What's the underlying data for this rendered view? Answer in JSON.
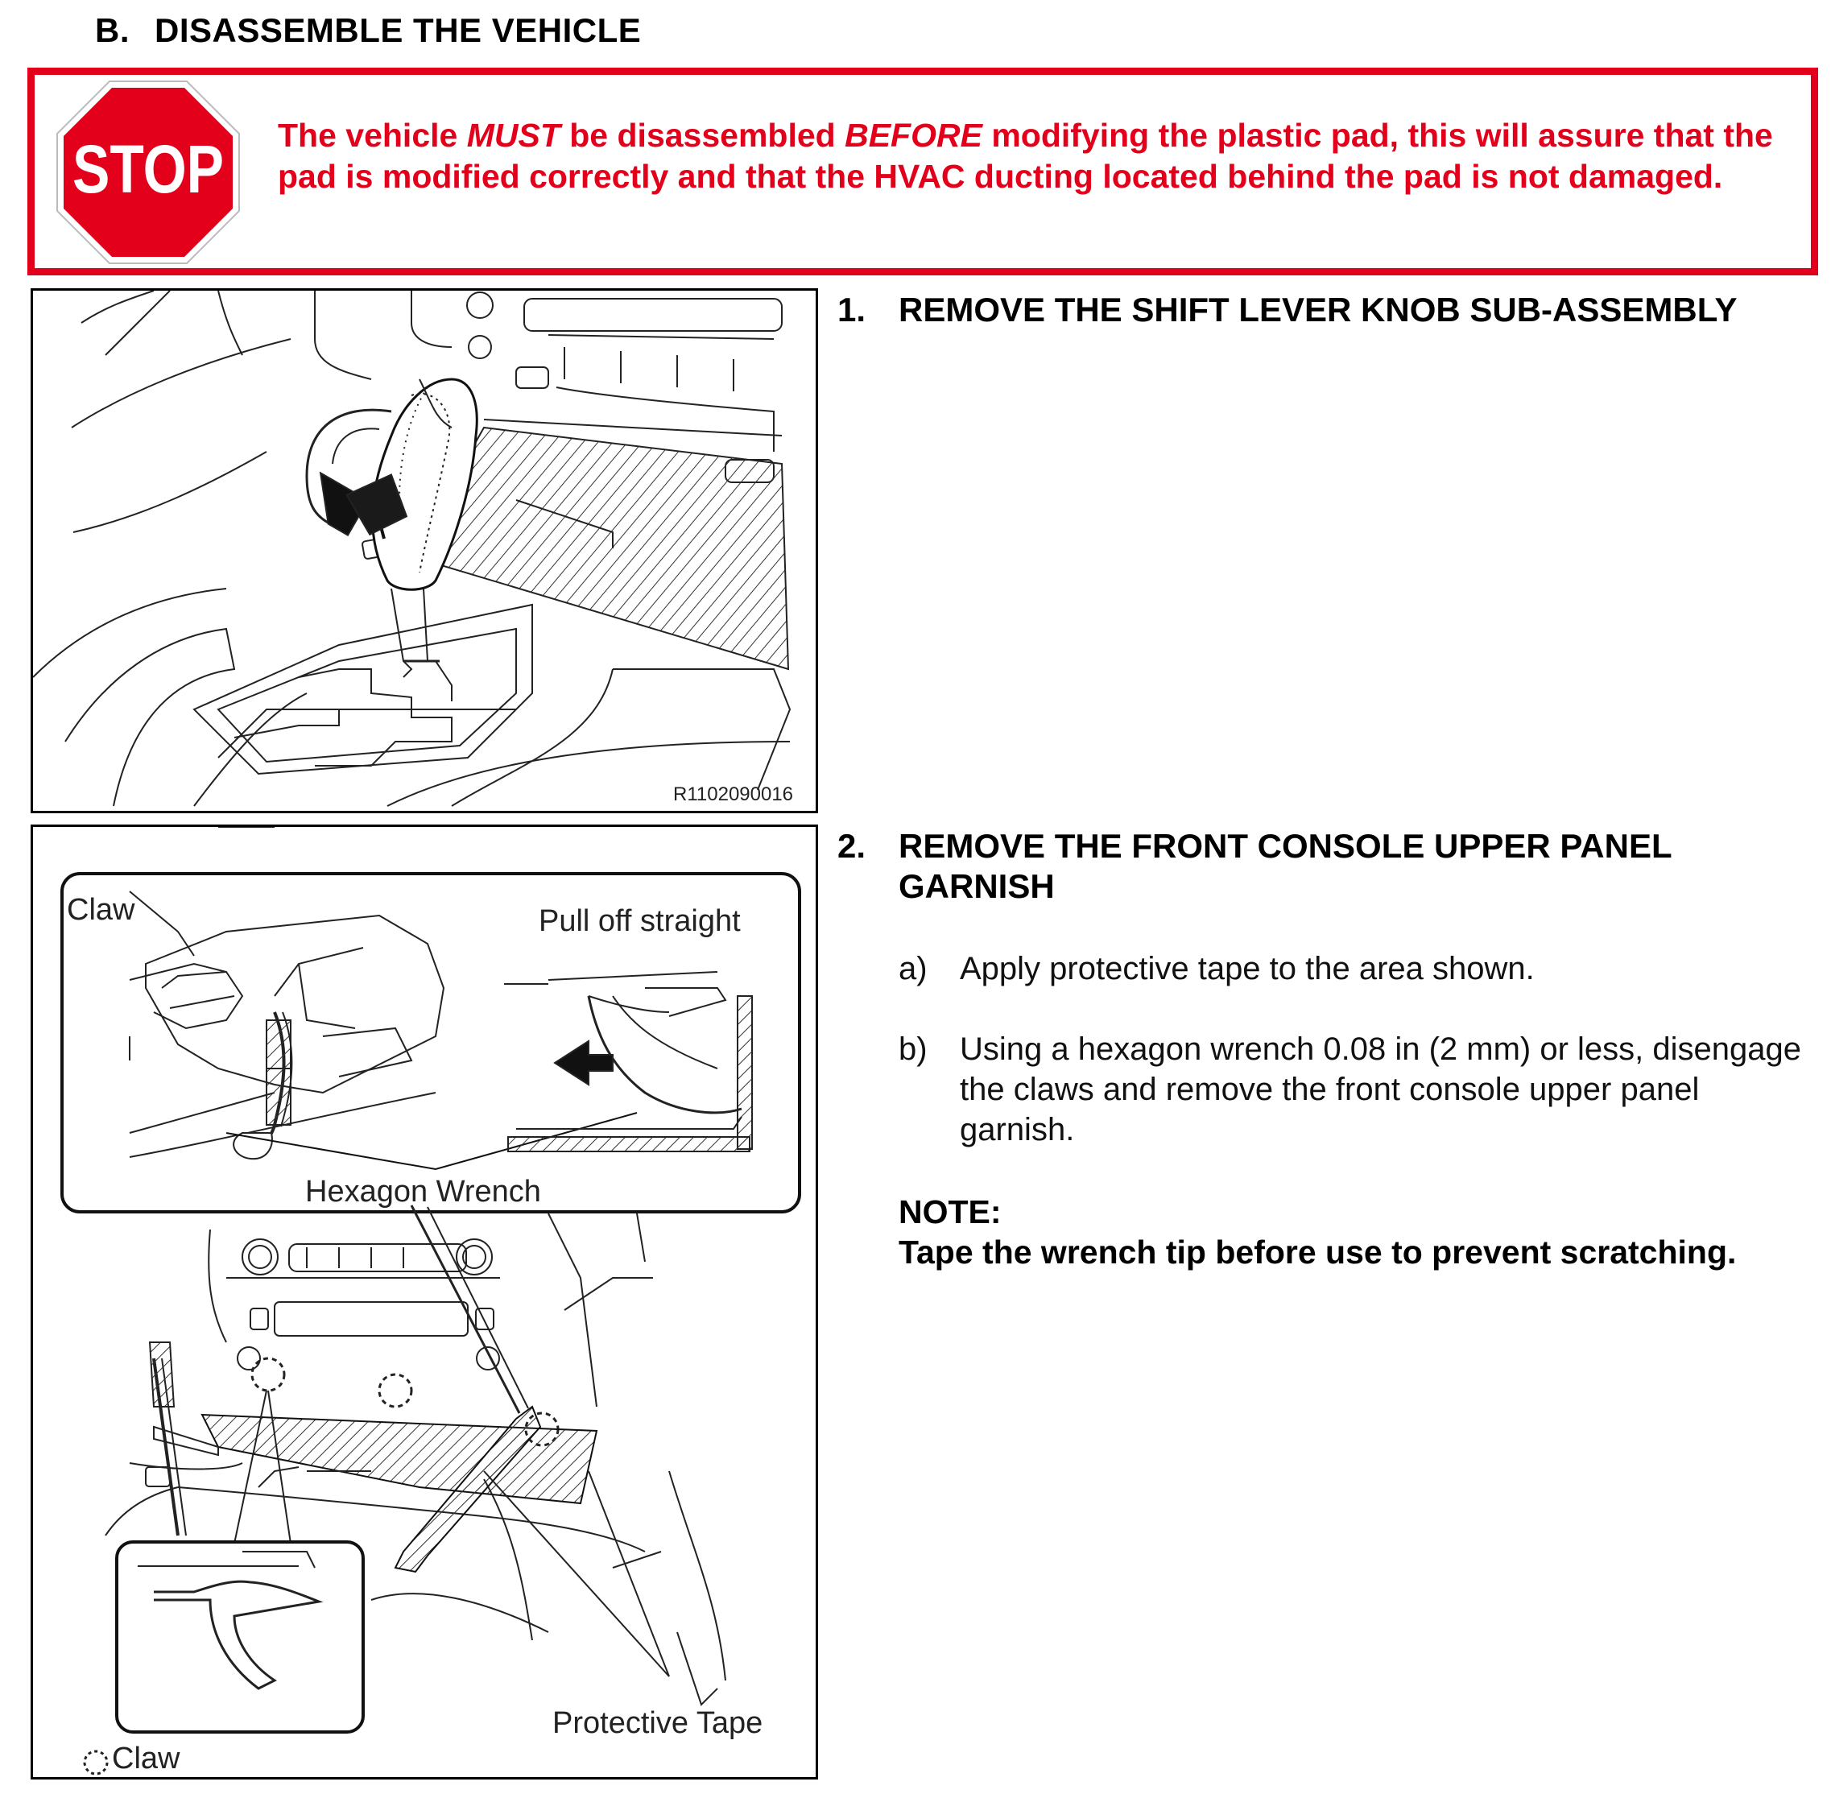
{
  "section": {
    "letter": "B.",
    "title": "DISASSEMBLE THE VEHICLE"
  },
  "warning": {
    "sign_text": "STOP",
    "parts": [
      "The vehicle ",
      "MUST",
      " be disassembled ",
      "BEFORE",
      " modifying the plastic pad, this will assure that the pad is modified correctly and that the HVAC ducting located behind the pad is not damaged."
    ],
    "color": "#e3001b"
  },
  "figure1": {
    "code": "R1102090016"
  },
  "figure2": {
    "callouts": {
      "claw_top": "Claw",
      "pull_off": "Pull off straight",
      "hex_wrench": "Hexagon Wrench",
      "protective_tape": "Protective Tape",
      "claw_legend": "Claw"
    }
  },
  "steps": [
    {
      "num": "1.",
      "title": "REMOVE THE SHIFT LEVER KNOB SUB-ASSEMBLY"
    },
    {
      "num": "2.",
      "title": "REMOVE THE FRONT CONSOLE UPPER PANEL GARNISH"
    }
  ],
  "substeps": [
    {
      "label": "a)",
      "text": "Apply protective tape to the area shown."
    },
    {
      "label": "b)",
      "text": "Using a hexagon wrench 0.08 in (2 mm) or less, disengage the claws and remove the front console upper panel garnish."
    }
  ],
  "note": {
    "label": "NOTE:",
    "text": "Tape the wrench tip before use to prevent scratching."
  }
}
